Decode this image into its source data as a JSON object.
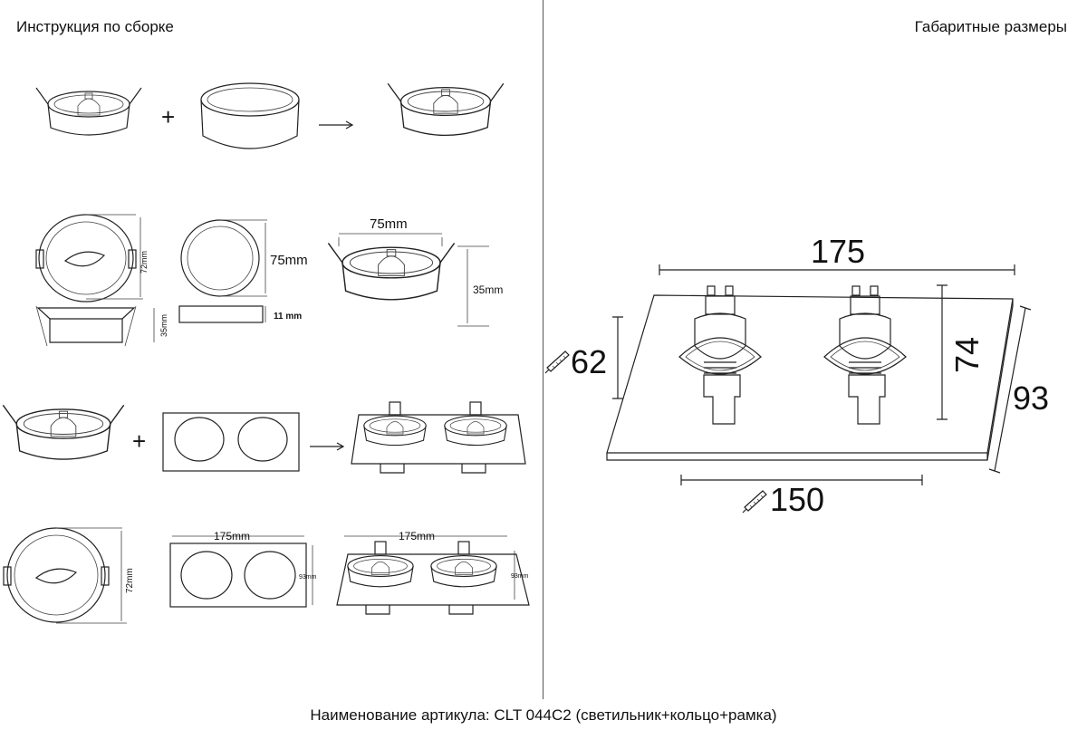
{
  "header": {
    "left_title": "Инструкция по сборке",
    "right_title": "Габаритные размеры"
  },
  "footer": {
    "article": "Наименование артикула: CLT 044C2 (светильник+кольцо+рамка)"
  },
  "assembly": {
    "plus": "+",
    "ring_diameter": "75mm",
    "ring_width": "75mm",
    "assembled_diameter": "75mm",
    "assembled_height": "35mm",
    "fixture_height": "72mm",
    "clip_height": "35mm",
    "ring_thickness": "11 mm",
    "frame_length": "175mm",
    "frame_height": "93mm",
    "fixture_height_2": "72mm",
    "assembled_frame_length": "175mm",
    "assembled_frame_height": "93mm"
  },
  "dimensions": {
    "length": "175",
    "height": "74",
    "depth": "93",
    "cutout_diameter": "62",
    "cutout_length": "150"
  }
}
